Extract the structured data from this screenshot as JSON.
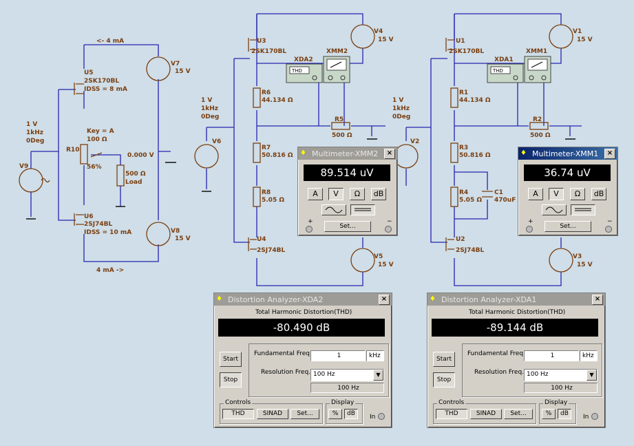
{
  "schematic": {
    "left": {
      "v7": {
        "name": "V7",
        "value": "15 V"
      },
      "v8": {
        "name": "V8",
        "value": "15 V"
      },
      "v9": {
        "name": "V9",
        "lines": [
          "1 V",
          "1kHz",
          "0Deg"
        ]
      },
      "u5": {
        "name": "U5",
        "part": "2SK170BL",
        "idss": "IDSS = 8 mA"
      },
      "u6": {
        "name": "U6",
        "part": "2SJ74BL",
        "idss": "IDSS = 10 mA"
      },
      "r10": {
        "name": "R10",
        "key": "Key = A",
        "value": "100 Ω",
        "pct": "56%"
      },
      "load": {
        "value": "500 Ω",
        "label": "Load"
      },
      "probe": "0.000 V",
      "top_current": "<- 4 mA",
      "bottom_current": "4 mA ->"
    },
    "middle": {
      "v4": {
        "name": "V4",
        "value": "15 V"
      },
      "v5": {
        "name": "V5",
        "value": "15 V"
      },
      "v6": {
        "name": "V6",
        "lines": [
          "1 V",
          "1kHz",
          "0Deg"
        ]
      },
      "u3": {
        "name": "U3",
        "part": "2SK170BL"
      },
      "u4": {
        "name": "U4",
        "part": "2SJ74BL"
      },
      "r6": {
        "name": "R6",
        "value": "44.134 Ω"
      },
      "r7": {
        "name": "R7",
        "value": "50.816 Ω"
      },
      "r8": {
        "name": "R8",
        "value": "5.05 Ω"
      },
      "r5": {
        "name": "R5",
        "value": "500 Ω"
      },
      "xda": "XDA2",
      "xmm": "XMM2"
    },
    "right": {
      "v1": {
        "name": "V1",
        "value": "15 V"
      },
      "v3": {
        "name": "V3",
        "value": "15 V"
      },
      "v2": {
        "name": "V2",
        "lines": [
          "1 V",
          "1kHz",
          "0Deg"
        ]
      },
      "u1": {
        "name": "U1",
        "part": "2SK170BL"
      },
      "u2": {
        "name": "U2",
        "part": "2SJ74BL"
      },
      "r1": {
        "name": "R1",
        "value": "44.134 Ω"
      },
      "r3": {
        "name": "R3",
        "value": "50.816 Ω"
      },
      "r4": {
        "name": "R4",
        "value": "5.05 Ω"
      },
      "c1": {
        "name": "C1",
        "value": "470uF"
      },
      "r2": {
        "name": "R2",
        "value": "500 Ω"
      },
      "xda": "XDA1",
      "xmm": "XMM1"
    },
    "thd_label": "THD"
  },
  "multimeter2": {
    "title": "Multimeter-XMM2",
    "reading": "89.514 uV",
    "buttons": [
      "A",
      "V",
      "Ω",
      "dB"
    ],
    "set_label": "Set..."
  },
  "multimeter1": {
    "title": "Multimeter-XMM1",
    "reading": "36.74 uV",
    "buttons": [
      "A",
      "V",
      "Ω",
      "dB"
    ],
    "set_label": "Set..."
  },
  "distortion2": {
    "title": "Distortion Analyzer-XDA2",
    "heading": "Total Harmonic Distortion(THD)",
    "reading": "-80.490 dB",
    "start_label": "Start",
    "stop_label": "Stop",
    "fund_label": "Fundamental Freq.",
    "fund_value": "1",
    "fund_unit": "kHz",
    "res_label": "Resolution Freq.",
    "res_value": "100 Hz",
    "res_readout": "100 Hz",
    "controls_label": "Controls",
    "display_label": "Display",
    "thd_btn": "THD",
    "sinad_btn": "SINAD",
    "set_btn": "Set...",
    "pct_btn": "%",
    "db_btn": "dB",
    "in_label": "In"
  },
  "distortion1": {
    "title": "Distortion Analyzer-XDA1",
    "heading": "Total Harmonic Distortion(THD)",
    "reading": "-89.144 dB",
    "start_label": "Start",
    "stop_label": "Stop",
    "fund_label": "Fundamental Freq.",
    "fund_value": "1",
    "fund_unit": "kHz",
    "res_label": "Resolution Freq.",
    "res_value": "100 Hz",
    "res_readout": "100 Hz",
    "controls_label": "Controls",
    "display_label": "Display",
    "thd_btn": "THD",
    "sinad_btn": "SINAD",
    "set_btn": "Set...",
    "pct_btn": "%",
    "db_btn": "dB",
    "in_label": "In"
  },
  "colors": {
    "wire": "#2424b0",
    "component": "#7a3e10",
    "background": "#cfdee8"
  }
}
